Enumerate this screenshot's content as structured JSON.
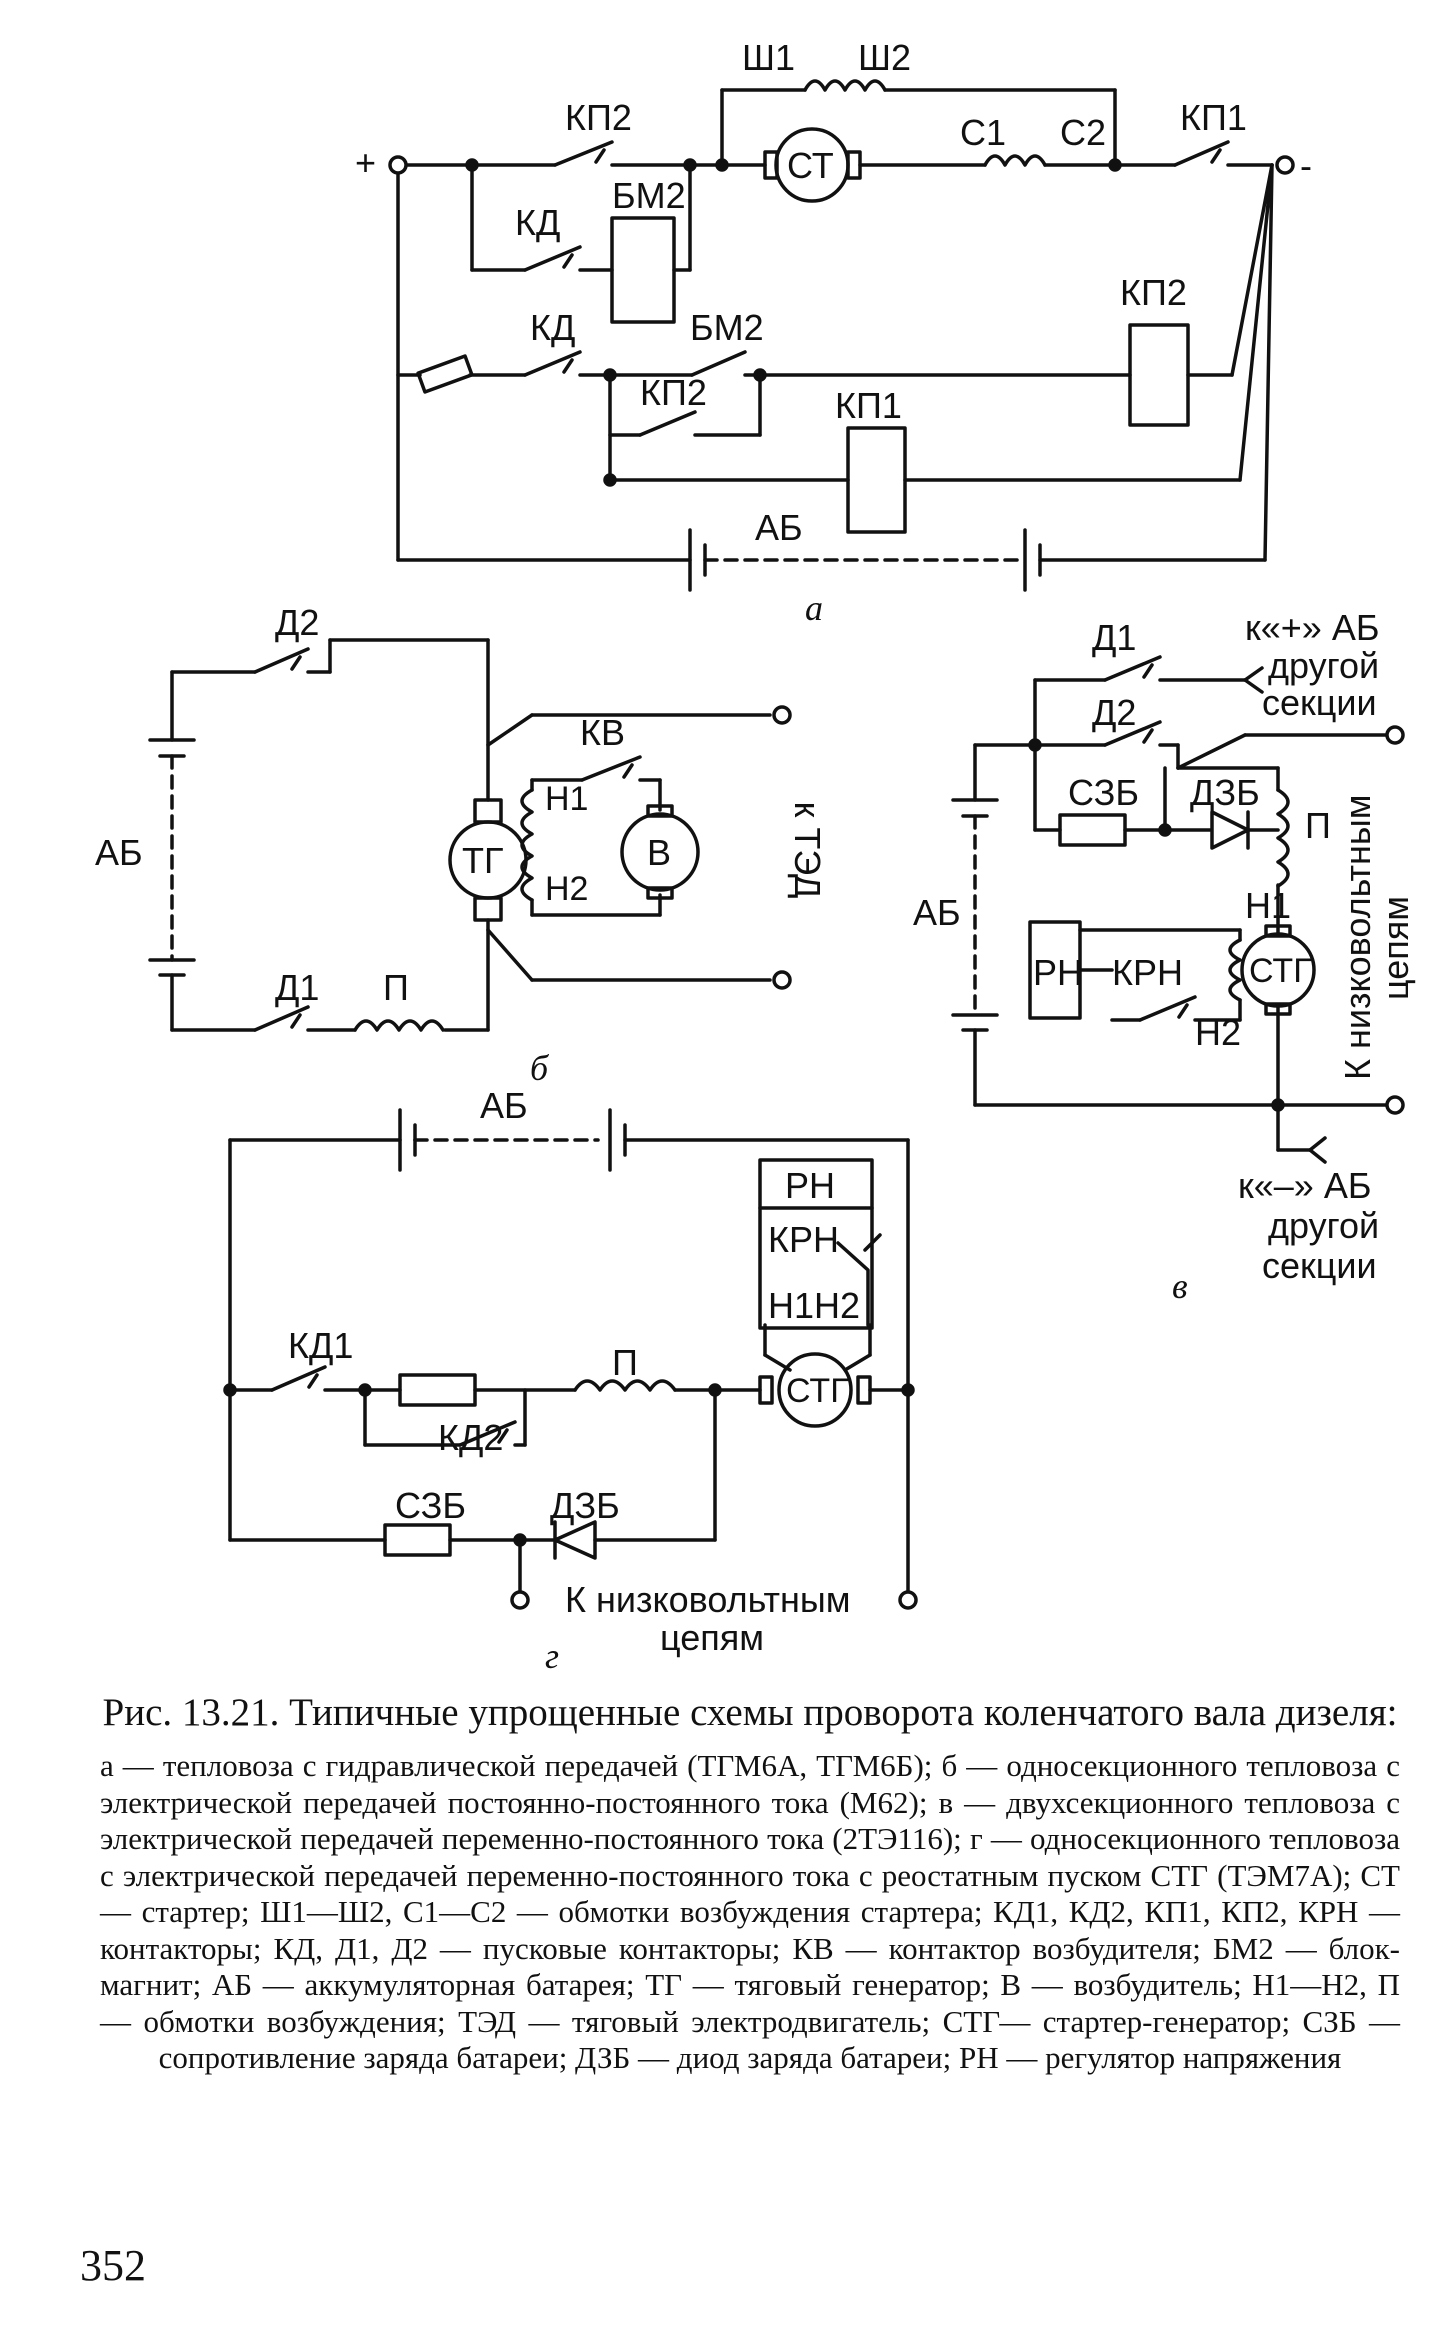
{
  "diagram_a": {
    "plus": "+",
    "minus": "-",
    "sh1": "Ш1",
    "sh2": "Ш2",
    "kp2_top": "КП2",
    "st": "СТ",
    "c1": "С1",
    "c2": "С2",
    "kp1_top": "КП1",
    "kd_top": "КД",
    "bm2_coil": "БМ2",
    "kd_mid": "КД",
    "bm2_contact": "БМ2",
    "kp2_contact": "КП2",
    "kp2_coil": "КП2",
    "kp1_coil": "КП1",
    "ab": "АБ",
    "caption": "а"
  },
  "diagram_b": {
    "d2": "Д2",
    "kv": "КВ",
    "ab": "АБ",
    "tg": "ТГ",
    "h1": "Н1",
    "h2": "Н2",
    "v": "В",
    "k_ted": "к ТЭД",
    "d1": "Д1",
    "p": "П",
    "caption": "б"
  },
  "diagram_v": {
    "d1": "Д1",
    "to_plus_1": "к«+» АБ",
    "to_plus_2": "другой",
    "to_plus_3": "секции",
    "d2": "Д2",
    "szb": "СЗБ",
    "dzb": "ДЗБ",
    "p": "П",
    "ab": "АБ",
    "h1": "Н1",
    "rn": "РН",
    "krn": "КРН",
    "stg": "СТГ",
    "h2": "Н2",
    "low_voltage_1": "К низковольтным",
    "low_voltage_2": "цепям",
    "to_minus_1": "к«–» АБ",
    "to_minus_2": "другой",
    "to_minus_3": "секции",
    "caption": "в"
  },
  "diagram_g": {
    "ab": "АБ",
    "rn": "РН",
    "krn": "КРН",
    "h1h2": "Н1Н2",
    "kd1": "КД1",
    "p": "П",
    "stg": "СТГ",
    "kd2": "КД2",
    "szb": "СЗБ",
    "dzb": "ДЗБ",
    "low_voltage_1": "К низковольтным",
    "low_voltage_2": "цепям",
    "caption": "г"
  },
  "caption": {
    "title": "Рис. 13.21. Типичные упрощенные схемы проворота коленчатого вала дизеля:",
    "body": "а — тепловоза с гидравлической передачей (ТГМ6А, ТГМ6Б); б — односекционного тепловоза с электрической передачей постоянно-постоянного тока (М62); в — двухсекционного тепловоза с электрической передачей переменно-постоянного тока (2ТЭ116); г — односекционного тепловоза с электрической передачей переменно-постоянного тока с реостатным пуском СТГ (ТЭМ7А); СТ — стартер; Ш1—Ш2, С1—С2 — обмотки возбуждения стартера; КД1, КД2, КП1, КП2, КРН — контакторы; КД, Д1, Д2 — пусковые контакторы; КВ — контактор возбудителя; БМ2 — блок-магнит; АБ — аккумуляторная батарея; ТГ — тяговый генератор; В — возбудитель; Н1—Н2, П — обмотки возбуждения; ТЭД — тяговый электродвигатель; СТГ— стартер-генератор; СЗБ — сопротивление заряда батареи; ДЗБ — диод заряда батареи; РН — регулятор напряжения"
  },
  "page_number": "352"
}
